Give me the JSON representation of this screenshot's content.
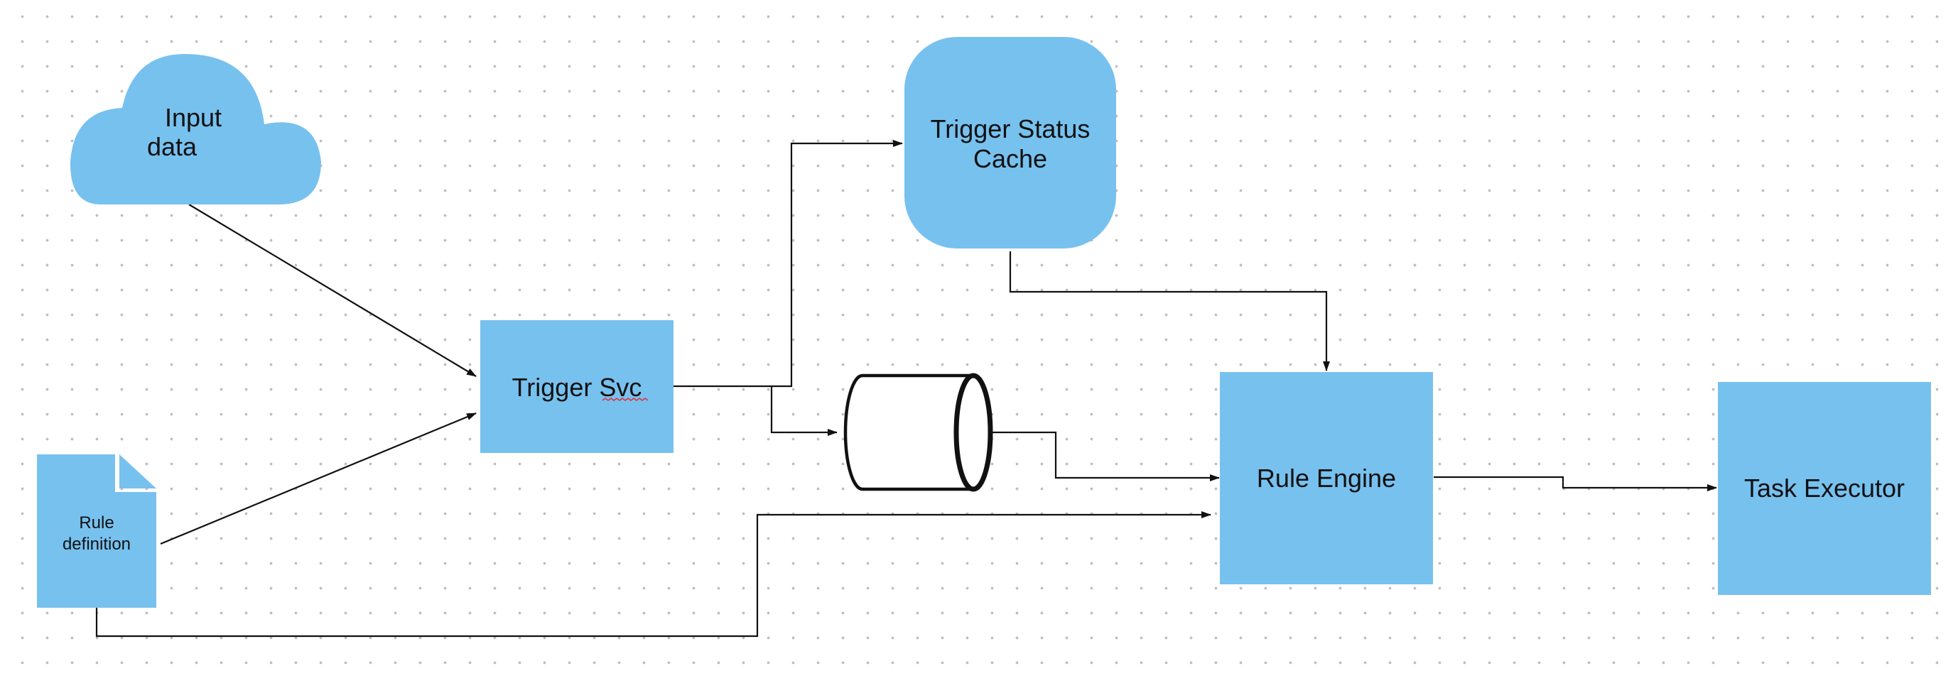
{
  "canvas": {
    "background": "#ffffff",
    "grid_dots": "#bdbdbd"
  },
  "colors": {
    "node_fill": "#77c1ef",
    "edge": "#111111",
    "spell_underline": "#e0303a"
  },
  "nodes": {
    "input_data": {
      "shape": "cloud",
      "label_line1": "Input",
      "label_line2": "data"
    },
    "rule_definition": {
      "shape": "document",
      "label_line1": "Rule",
      "label_line2": "definition"
    },
    "trigger_svc": {
      "shape": "rectangle",
      "label": "Trigger Svc"
    },
    "trigger_status_cache": {
      "shape": "rounded-rectangle",
      "label_line1": "Trigger Status",
      "label_line2": "Cache"
    },
    "queue": {
      "shape": "horizontal-cylinder",
      "label": ""
    },
    "rule_engine": {
      "shape": "rectangle",
      "label": "Rule Engine"
    },
    "task_executor": {
      "shape": "rectangle",
      "label": "Task Executor"
    }
  },
  "edges": [
    {
      "from": "input_data",
      "to": "trigger_svc"
    },
    {
      "from": "rule_definition",
      "to": "trigger_svc"
    },
    {
      "from": "trigger_svc",
      "to": "trigger_status_cache"
    },
    {
      "from": "trigger_svc",
      "to": "queue"
    },
    {
      "from": "trigger_status_cache",
      "to": "rule_engine"
    },
    {
      "from": "queue",
      "to": "rule_engine"
    },
    {
      "from": "rule_definition",
      "to": "rule_engine"
    },
    {
      "from": "rule_engine",
      "to": "task_executor"
    }
  ]
}
